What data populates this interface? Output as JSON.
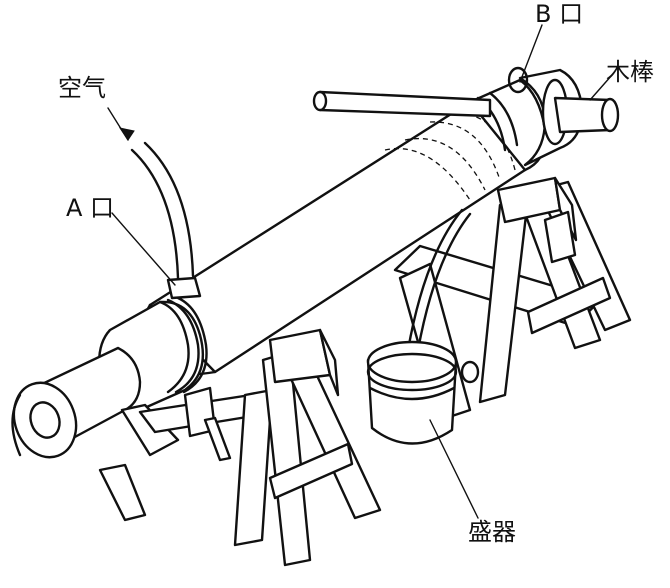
{
  "diagram": {
    "labels": {
      "b_port": "B 口",
      "wooden_rod": "木棒",
      "air": "空气",
      "a_port": "A 口",
      "container": "盛器"
    }
  }
}
